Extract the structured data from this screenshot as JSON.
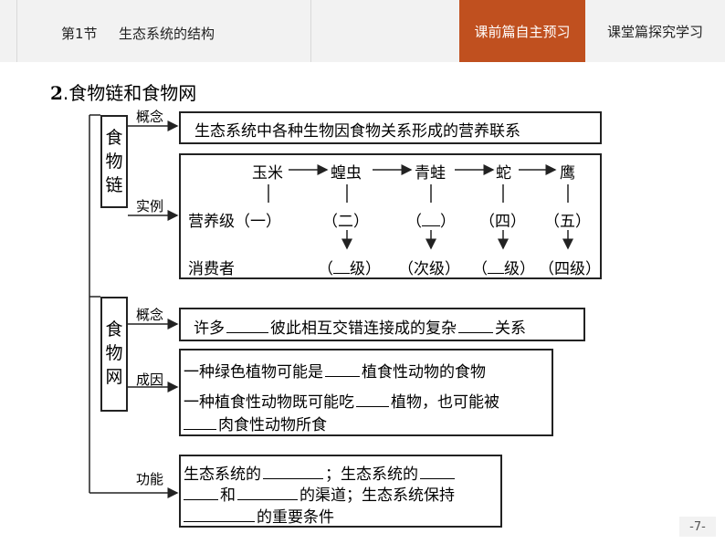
{
  "header": {
    "section": "第1节",
    "title": "生态系统的结构",
    "tab_active": "课前篇自主预习",
    "tab_other": "课堂篇探究学习"
  },
  "heading": {
    "number": "2",
    "text": ".食物链和食物网"
  },
  "food_chain": {
    "label_chars": [
      "食",
      "物",
      "链"
    ],
    "concept_label": "概念",
    "concept_text": "生态系统中各种生物因食物关系形成的营养联系",
    "example_label": "实例",
    "organisms": [
      "玉米",
      "蝗虫",
      "青蛙",
      "蛇",
      "鹰"
    ],
    "trophic_label": "营养级",
    "trophic_levels": [
      "（一）",
      "（二）",
      "（",
      "）",
      "（四）",
      "（五）"
    ],
    "consumer_label": "消费者",
    "consumer_levels": [
      "（",
      "级）",
      "（次级）",
      "（",
      "级）",
      "（四级）"
    ]
  },
  "food_web": {
    "label_chars": [
      "食",
      "物",
      "网"
    ],
    "concept_label": "概念",
    "concept_parts": [
      "许多",
      "彼此相互交错连接成的复杂",
      "关系"
    ],
    "cause_label": "成因",
    "cause_line1": [
      "一种绿色植物可能是",
      "植食性动物的食物"
    ],
    "cause_line2": [
      "一种植食性动物既可能吃",
      "植物，也可能被"
    ],
    "cause_line3": [
      "肉食性动物所食"
    ],
    "function_label": "功能",
    "function_line1": [
      "生态系统的",
      "；生态系统的"
    ],
    "function_line2": [
      "和",
      "的渠道；生态系统保持"
    ],
    "function_line3": [
      "的重要条件"
    ]
  },
  "page_number": "-7-"
}
